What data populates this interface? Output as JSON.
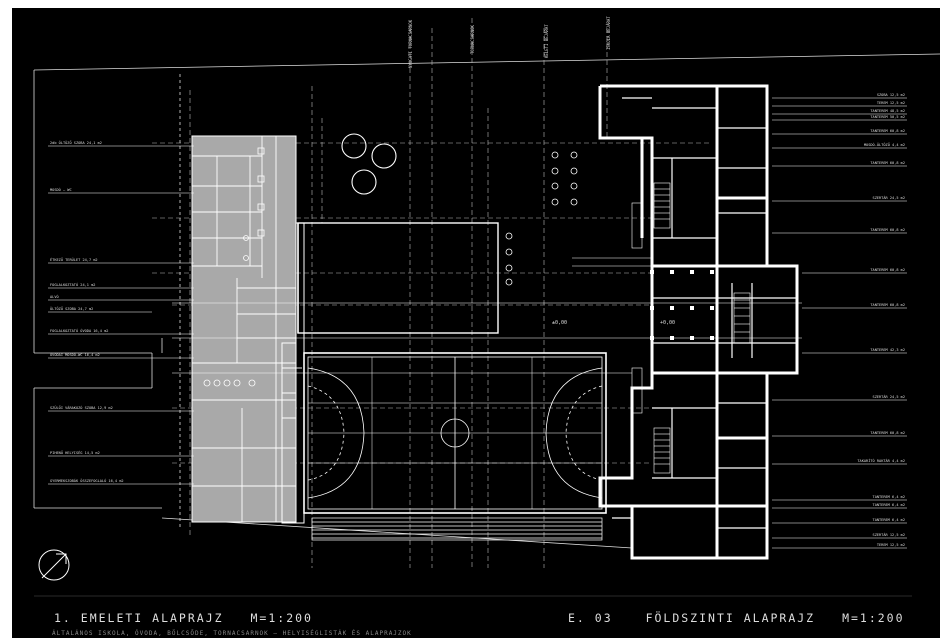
{
  "sheet": {
    "title_left": "1. EMELETI ALAPRAJZ",
    "scale_left": "M=1:200",
    "sheet_number": "E. 03",
    "title_right": "FÖLDSZINTI ALAPRAJZ",
    "scale_right": "M=1:200",
    "footnote": "ÁLTALÁNOS ISKOLA, ÓVODA, BÖLCSŐDE, TORNACSARNOK – HELYISÉGLISTÁK ÉS ALAPRAJZOK"
  },
  "dimension_label": "±0,00",
  "elevation_label": "+0,00",
  "left_room_labels": [
    "2db ÖLTÖZŐ SZOBA  24,1 m2",
    "MOSDÓ – WC",
    "ÉTKEZŐ TERÜLET  24,7 m2",
    "FOGLALKOZTATÓ  24,1 m2",
    "ALVÓ",
    "ÖLTÖZŐ SZOBA  24,7 m2",
    "FOGLALKOZTATÓ ÓVODA  16,4 m2",
    "ÓVODAI MOSDÓ-WC  16,4 m2",
    "SZÜLŐI VÁRAKOZÓ SZOBA  12,9 m2",
    "PIHENŐ HELYISÉG  14,5 m2",
    "GYERMEKSZOBÁK ÖSSZEFOGLALÓ  16,4 m2"
  ],
  "right_room_labels": [
    "SZOBA  12,5 m2",
    "TEREM  12,5 m2",
    "TANTEREM  48,5 m2",
    "TANTEREM  50,5 m2",
    "TANTEREM  60,8 m2",
    "MOSDÓ-ÖLTÖZŐ  4,4 m2",
    "TANTEREM  60,8 m2",
    "SZERTÁR  24,5 m2",
    "TANTEREM  60,8 m2",
    "TANTEREM  60,8 m2",
    "TANTEREM  60,8 m2",
    "TANTEREM  42,3 m2",
    "SZERTÁR  24,5 m2",
    "TANTEREM  60,8 m2",
    "TAKARÍTÓ RAKTÁR  4,4 m2",
    "TANTEREM  6,4 m2",
    "TANTEREM  6,4 m2",
    "TANTEREM  6,4 m2",
    "SZERTÁR  12,5 m2",
    "TEREM  12,5 m2"
  ],
  "top_axis_labels": [
    "NYUGATI TORNACSARNOK",
    "TORNACSARNOK",
    "KELETI BEJÁRAT",
    "ISKOLA BEJÁRAT"
  ],
  "colors": {
    "background": "#000000",
    "lines": "#ffffff",
    "upper_floor_fill": "#a9a9a9"
  }
}
